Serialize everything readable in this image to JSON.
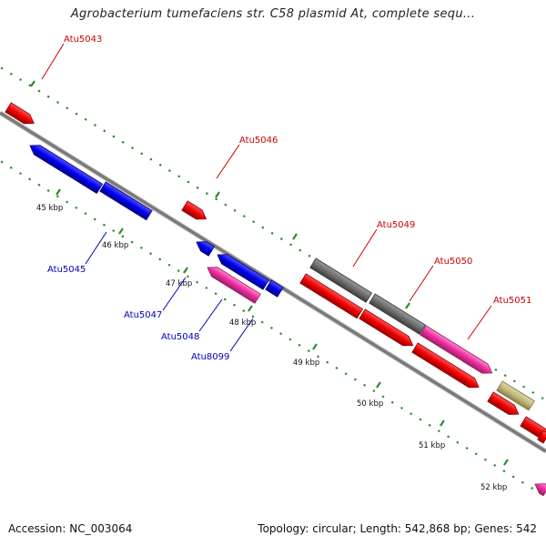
{
  "title": "Agrobacterium tumefaciens str. C58 plasmid At, complete sequ...",
  "footer": {
    "accession": "Accession: NC_003064",
    "summary": "Topology: circular; Length: 542,868 bp; Genes: 542"
  },
  "colors": {
    "backbone": "#8a8a8a",
    "tick": "#2e8b2e",
    "forward_label": "#cc0000",
    "reverse_label": "#0000bb",
    "red": "#ee0000",
    "blue": "#0000ee",
    "pink": "#ee2aa0",
    "gray": "#6e6e6e",
    "khaki": "#c2b878"
  },
  "kbp_ticks": [
    "45 kbp",
    "46 kbp",
    "47 kbp",
    "48 kbp",
    "49 kbp",
    "50 kbp",
    "51 kbp",
    "52 kbp"
  ],
  "gene_labels": {
    "forward": [
      "Atu5043",
      "Atu5046",
      "Atu5049",
      "Atu5050",
      "Atu5051"
    ],
    "reverse": [
      "Atu5045",
      "Atu5047",
      "Atu5048",
      "Atu8099"
    ]
  }
}
